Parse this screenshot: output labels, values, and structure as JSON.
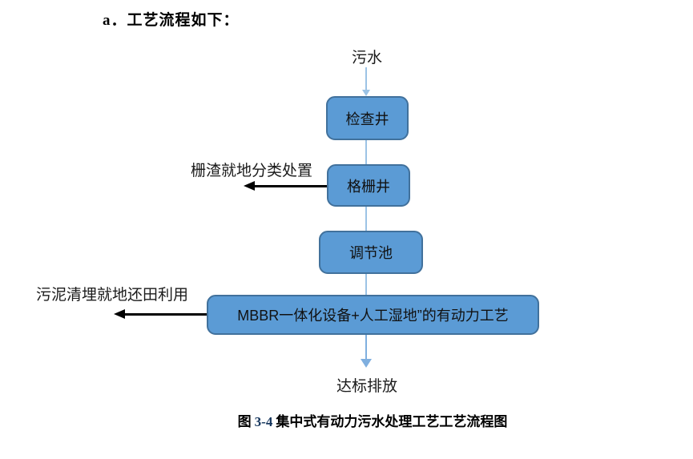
{
  "heading": {
    "text": "a．工艺流程如下："
  },
  "flowchart": {
    "source_label": "污水",
    "nodes": [
      {
        "label": "检查井"
      },
      {
        "label": "格栅井"
      },
      {
        "label": "调节池"
      },
      {
        "label": "MBBR一体化设备+人工湿地”的有动力工艺"
      }
    ],
    "side_outputs": [
      {
        "label": "栅渣就地分类处置"
      },
      {
        "label": "污泥清埋就地还田利用"
      }
    ],
    "sink_label": "达标排放",
    "colors": {
      "node_fill": "#5b9bd5",
      "node_border": "#41719c",
      "connector_blue": "#9cc3e5",
      "down_arrow_blue": "#7fafdf",
      "side_arrow_black": "#000000"
    }
  },
  "caption": {
    "figure_prefix": "图",
    "figure_number": "3-4",
    "title": "集中式有动力污水处理工艺工艺流程图",
    "number_color": "#17375e"
  }
}
